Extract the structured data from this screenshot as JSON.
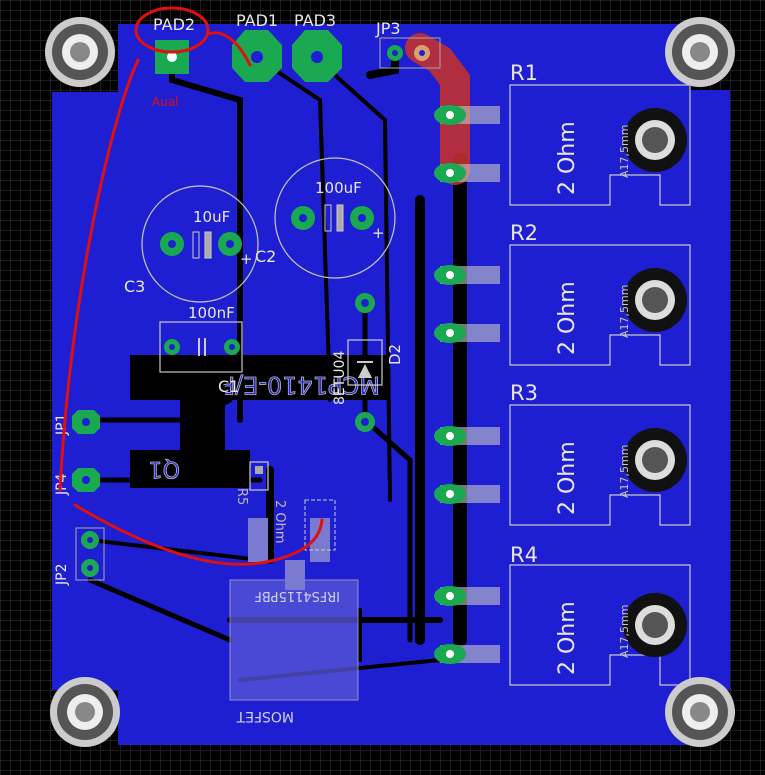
{
  "colors": {
    "background": "#000000",
    "grid": "#3a3a3a",
    "board_fill": "#1e1ed2",
    "trace": "#000000",
    "pad": "#1aa850",
    "label": "#e8e8e8",
    "silk_outline": "#c8c8c8",
    "annotation": "#e01010",
    "highlight_trace": "#c03030"
  },
  "labels": {
    "pad2": "PAD2",
    "pad1": "PAD1",
    "pad3": "PAD3",
    "jp3": "JP3",
    "aual": "Aual",
    "r1": "R1",
    "r2": "R2",
    "r3": "R3",
    "r4": "R4",
    "ohm1": "2 Ohm",
    "ohm2": "2 Ohm",
    "ohm3": "2 Ohm",
    "ohm4": "2 Ohm",
    "a175_1": "A17,5mm",
    "a175_2": "A17,5mm",
    "a175_3": "A17,5mm",
    "a175_4": "A17,5mm",
    "c100uf": "100uF",
    "c10uf": "10uF",
    "c2": "C2",
    "c3": "C3",
    "c100nf": "100nF",
    "c1": "C1",
    "d2": "D2",
    "d2_part": "8ETU04",
    "jp1": "JP1",
    "jp4": "JP4",
    "jp2": "JP2",
    "regulator": "MCP1410-E/P",
    "q1": "Q1",
    "r5": "R5",
    "r5_val": "2 Ohm",
    "mosfet_part": "IRFS4115PBF",
    "mosfet": "MOSFET",
    "plus": "+"
  }
}
